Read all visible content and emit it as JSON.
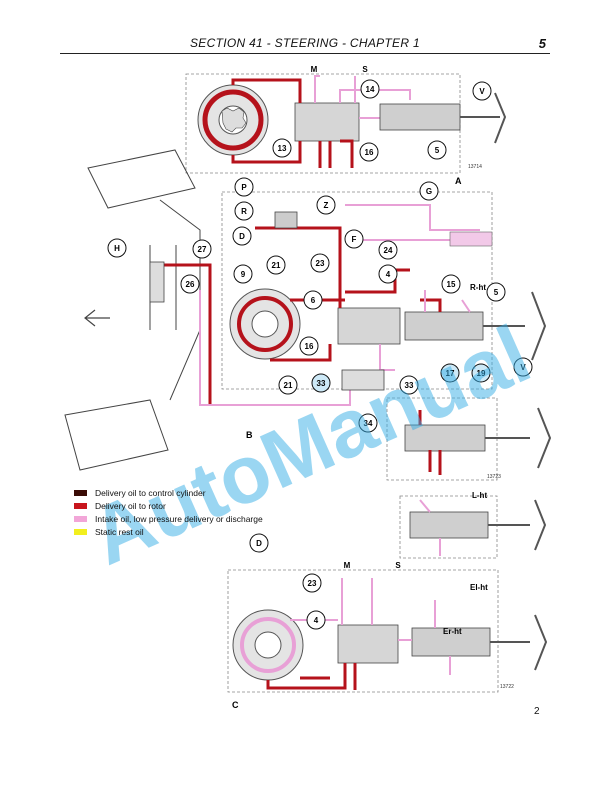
{
  "header": {
    "title": "SECTION 41 - STEERING - CHAPTER 1",
    "page": "5"
  },
  "figures": [
    {
      "id": "13714",
      "label": "A"
    },
    {
      "id": "",
      "label": "B"
    },
    {
      "id": "13723",
      "label": ""
    },
    {
      "id": "13722",
      "label": "C"
    }
  ],
  "callouts": [
    "M",
    "S",
    "V",
    "14",
    "13",
    "16",
    "5",
    "P",
    "R",
    "Z",
    "G",
    "F",
    "D",
    "H",
    "27",
    "23",
    "24",
    "21",
    "4",
    "9",
    "6",
    "15",
    "5",
    "26",
    "16",
    "33",
    "33",
    "21",
    "34",
    "17",
    "19",
    "V",
    "D",
    "M",
    "S",
    "23",
    "4"
  ],
  "side_labels": [
    "R-ht",
    "L-ht",
    "El-ht",
    "Er-ht"
  ],
  "watermark": "AutoManual",
  "legend": [
    {
      "text": "Delivery oil to control cylinder",
      "color": "#3a0b05"
    },
    {
      "text": "Delivery oil to rotor",
      "color": "#c8161d"
    },
    {
      "text": "Intake oil, low pressure delivery or discharge",
      "color": "#f2a6d8"
    },
    {
      "text": "Static rest oil",
      "color": "#f2ef1e"
    }
  ],
  "page_number": "2",
  "colors": {
    "red": "#b5121b",
    "pink": "#e8a0d6",
    "dark": "#3a0b05",
    "yellow": "#f2ef1e",
    "watermark": "#35aee6"
  }
}
